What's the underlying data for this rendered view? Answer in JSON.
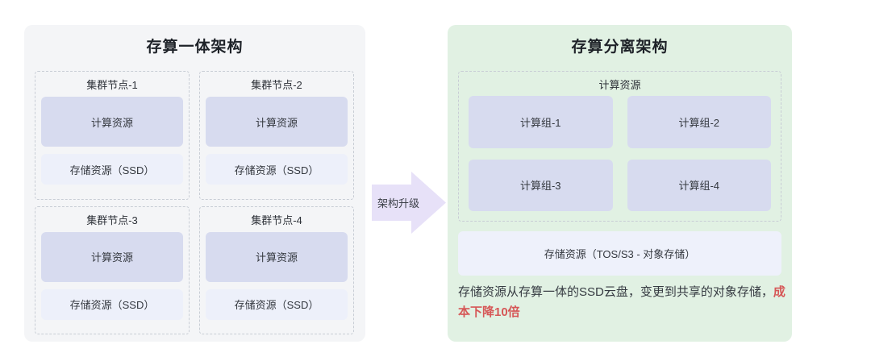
{
  "left_panel": {
    "title": "存算一体架构",
    "nodes": [
      {
        "label": "集群节点-1",
        "compute": "计算资源",
        "storage": "存储资源（SSD）"
      },
      {
        "label": "集群节点-2",
        "compute": "计算资源",
        "storage": "存储资源（SSD）"
      },
      {
        "label": "集群节点-3",
        "compute": "计算资源",
        "storage": "存储资源（SSD）"
      },
      {
        "label": "集群节点-4",
        "compute": "计算资源",
        "storage": "存储资源（SSD）"
      }
    ]
  },
  "arrow": {
    "label": "架构升级"
  },
  "right_panel": {
    "title": "存算分离架构",
    "compute_section": {
      "label": "计算资源",
      "groups": [
        {
          "label": "计算组-1"
        },
        {
          "label": "计算组-2"
        },
        {
          "label": "计算组-3"
        },
        {
          "label": "计算组-4"
        }
      ]
    },
    "storage_label": "存储资源（TOS/S3 - 对象存储）",
    "note": {
      "text": "存储资源从存算一体的SSD云盘，变更到共享的对象存储，",
      "highlight": "成本下降10倍"
    }
  },
  "colors": {
    "left_panel_bg": "#f4f5f7",
    "right_panel_bg": "#e1f1e3",
    "compute_box_bg": "#d7dbef",
    "storage_box_bg": "#edf0fa",
    "arrow_fill": "#e7e1f8",
    "dashed_border": "#c8cdd5",
    "title_color": "#1e2228",
    "text_color": "#363b42",
    "highlight_color": "#d65757"
  }
}
